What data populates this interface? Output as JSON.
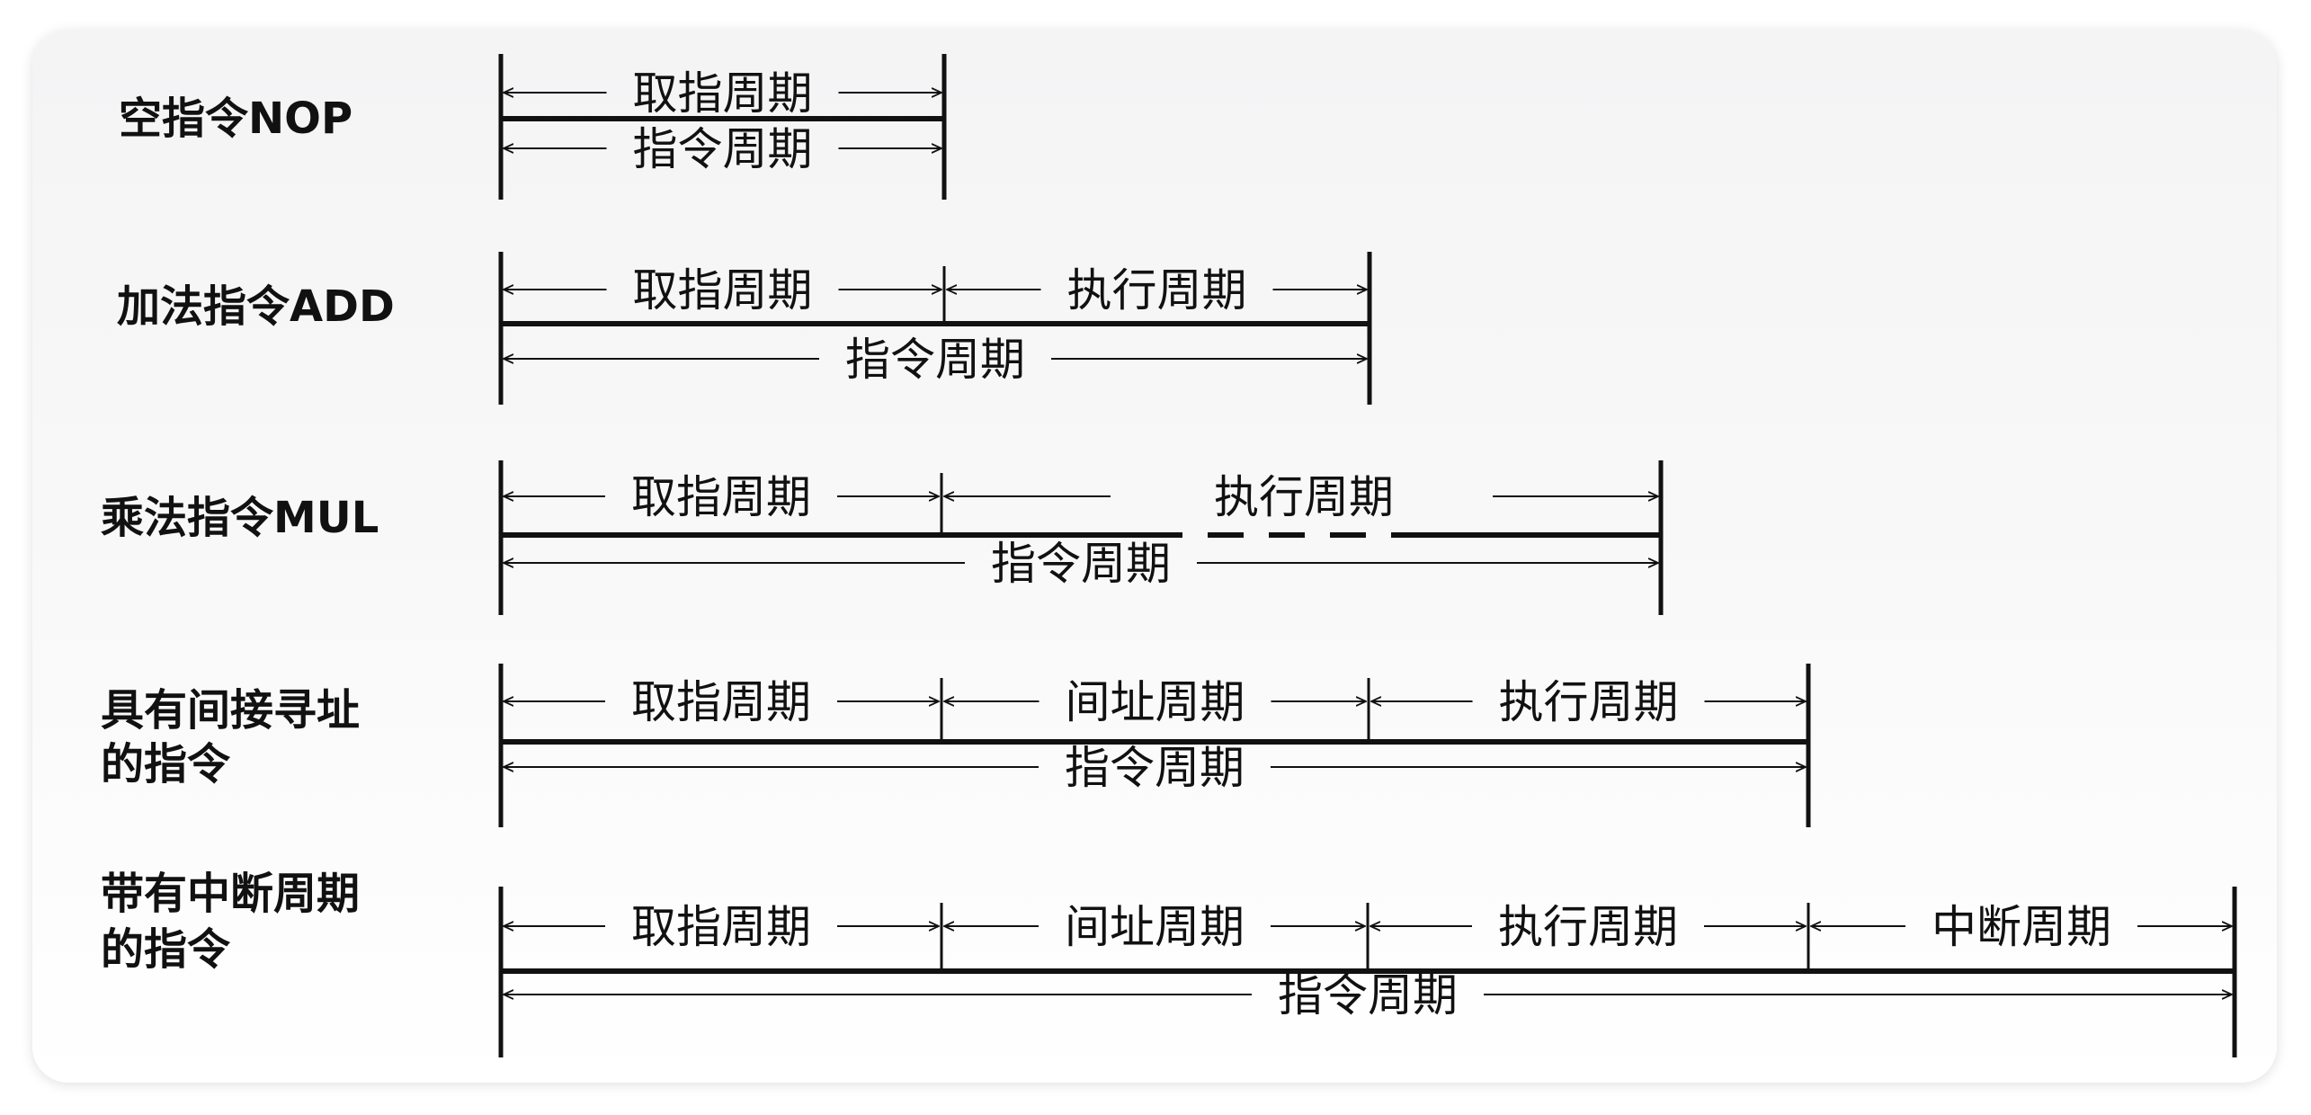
{
  "colors": {
    "highlight": "#29a3d8",
    "ink": "#111111",
    "background": "#f6f6f7"
  },
  "rows": [
    {
      "label_lines": [
        "空指令NOP"
      ],
      "segments": [
        {
          "label": "取指周期",
          "highlight": false
        }
      ],
      "total_label": "指令周期"
    },
    {
      "label_lines": [
        "加法指令ADD"
      ],
      "segments": [
        {
          "label": "取指周期",
          "highlight": false
        },
        {
          "label": "执行周期",
          "highlight": true
        }
      ],
      "total_label": "指令周期"
    },
    {
      "label_lines": [
        "乘法指令MUL"
      ],
      "segments": [
        {
          "label": "取指周期",
          "highlight": false
        },
        {
          "label": "执行周期",
          "highlight": false,
          "dashed_middle": true
        }
      ],
      "total_label": "指令周期"
    },
    {
      "label_lines": [
        "具有间接寻址",
        "的指令"
      ],
      "segments": [
        {
          "label": "取指周期",
          "highlight": false
        },
        {
          "label": "间址周期",
          "highlight": true
        },
        {
          "label": "执行周期",
          "highlight": false
        }
      ],
      "total_label": "指令周期"
    },
    {
      "label_lines": [
        "带有中断周期",
        "的指令"
      ],
      "segments": [
        {
          "label": "取指周期",
          "highlight": false
        },
        {
          "label": "间址周期",
          "highlight": false
        },
        {
          "label": "执行周期",
          "highlight": false
        },
        {
          "label": "中断周期",
          "highlight": true
        }
      ],
      "total_label": "指令周期"
    }
  ]
}
